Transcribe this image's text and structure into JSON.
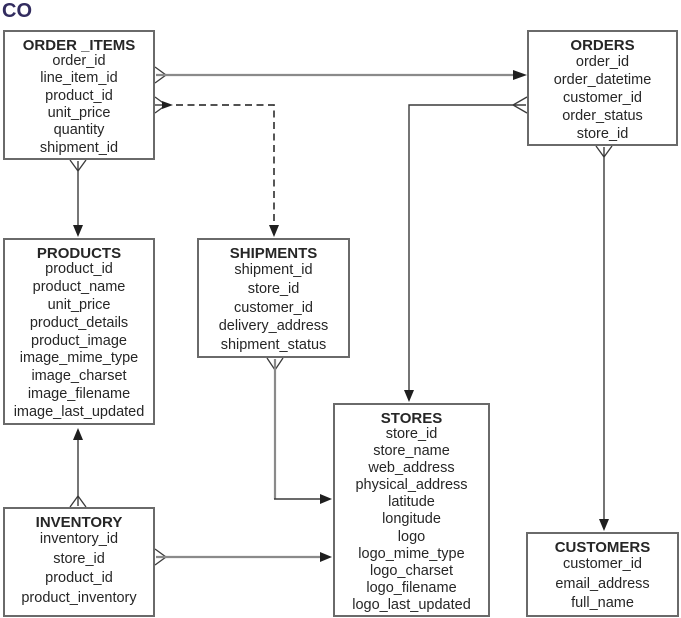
{
  "header": {
    "logo": "CO",
    "logo_color": "#322c5f"
  },
  "diagram": {
    "colors": {
      "box_border": "#6a6a6a",
      "line_black": "#3a3a3a",
      "line_gray": "#8a8a8a",
      "text": "#262626"
    },
    "entities": [
      {
        "id": "order_items",
        "title": "ORDER _ITEMS",
        "fields": [
          "order_id",
          "line_item_id",
          "product_id",
          "unit_price",
          "quantity",
          "shipment_id"
        ]
      },
      {
        "id": "orders",
        "title": "ORDERS",
        "fields": [
          "order_id",
          "order_datetime",
          "customer_id",
          "order_status",
          "store_id"
        ]
      },
      {
        "id": "products",
        "title": "PRODUCTS",
        "fields": [
          "product_id",
          "product_name",
          "unit_price",
          "product_details",
          "product_image",
          "image_mime_type",
          "image_charset",
          "image_filename",
          "image_last_updated"
        ]
      },
      {
        "id": "shipments",
        "title": "SHIPMENTS",
        "fields": [
          "shipment_id",
          "store_id",
          "customer_id",
          "delivery_address",
          "shipment_status"
        ]
      },
      {
        "id": "stores",
        "title": "STORES",
        "fields": [
          "store_id",
          "store_name",
          "web_address",
          "physical_address",
          "latitude",
          "longitude",
          "logo",
          "logo_mime_type",
          "logo_charset",
          "logo_filename",
          "logo_last_updated"
        ]
      },
      {
        "id": "inventory",
        "title": "INVENTORY",
        "fields": [
          "inventory_id",
          "store_id",
          "product_id",
          "product_inventory"
        ]
      },
      {
        "id": "customers",
        "title": "CUSTOMERS",
        "fields": [
          "customer_id",
          "email_address",
          "full_name"
        ]
      }
    ],
    "relationships": [
      {
        "from": "order_items",
        "to": "orders",
        "style": "solid-gray"
      },
      {
        "from": "order_items",
        "to": "shipments",
        "style": "dashed"
      },
      {
        "from": "orders",
        "to": "stores",
        "style": "solid"
      },
      {
        "from": "order_items",
        "to": "products",
        "style": "solid"
      },
      {
        "from": "orders",
        "to": "customers",
        "style": "solid"
      },
      {
        "from": "shipments",
        "to": "stores",
        "style": "solid"
      },
      {
        "from": "inventory",
        "to": "products",
        "style": "solid"
      },
      {
        "from": "inventory",
        "to": "stores",
        "style": "solid-gray"
      }
    ]
  }
}
